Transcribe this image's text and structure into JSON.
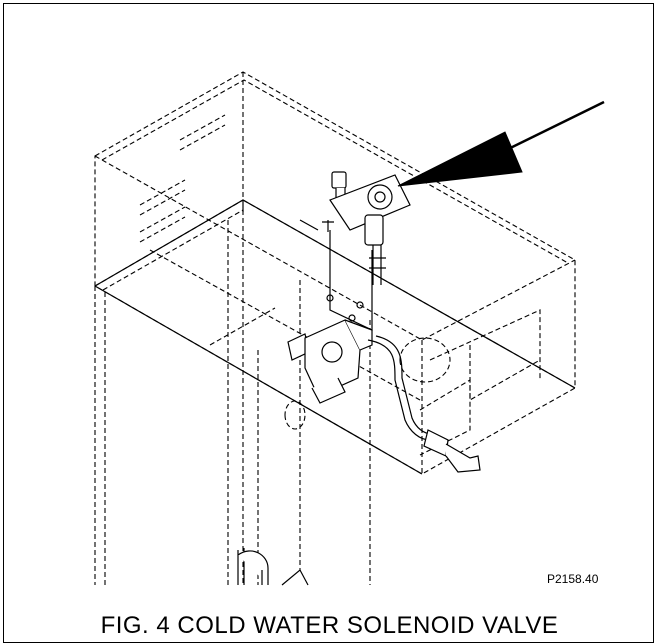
{
  "figure": {
    "part_number": "P2158.40",
    "caption": "FIG. 4 COLD WATER SOLENOID VALVE"
  },
  "colors": {
    "line": "#000000",
    "background": "#ffffff"
  },
  "icons": [
    "pointer-arrow",
    "cold-water-solenoid-valve",
    "water-tube",
    "faucet-nozzle",
    "handle-bracket"
  ]
}
